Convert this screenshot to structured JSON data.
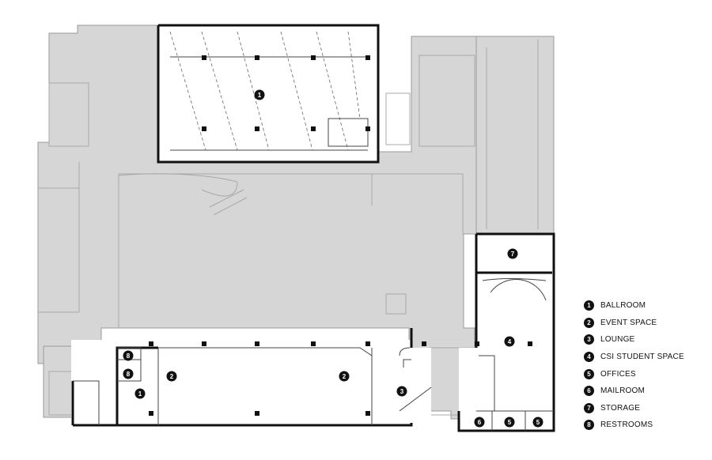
{
  "room_markers": {
    "ballroom_top": "1",
    "ballroom_small": "1",
    "event_space_left": "2",
    "event_space_right": "2",
    "lounge": "3",
    "csi_student_space": "4",
    "offices_a": "5",
    "offices_b": "5",
    "mailroom": "6",
    "storage": "7",
    "restroom_a": "8",
    "restroom_b": "8"
  },
  "legend": [
    {
      "number": "1",
      "label": "BALLROOM"
    },
    {
      "number": "2",
      "label": "EVENT SPACE"
    },
    {
      "number": "3",
      "label": "LOUNGE"
    },
    {
      "number": "4",
      "label": "CSI STUDENT SPACE"
    },
    {
      "number": "5",
      "label": "OFFICES"
    },
    {
      "number": "6",
      "label": "MAILROOM"
    },
    {
      "number": "7",
      "label": "STORAGE"
    },
    {
      "number": "8",
      "label": "RESTROOMS"
    }
  ],
  "colors": {
    "background_building": "#d6d6d6",
    "highlight_walls": "#111111",
    "marker": "#111111"
  }
}
